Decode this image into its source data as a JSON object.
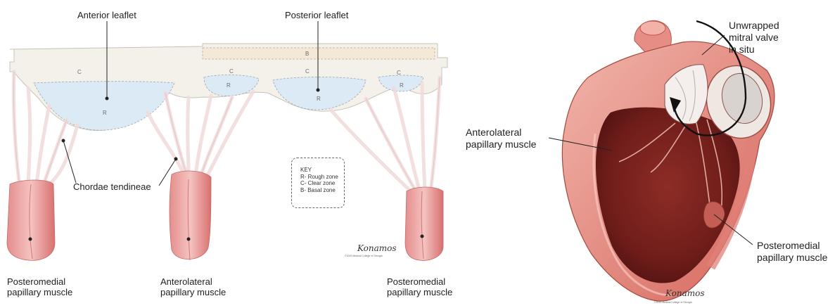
{
  "left_diagram": {
    "anterior_leaflet": "Anterior leaflet",
    "posterior_leaflet": "Posterior leaflet",
    "chordae_tendineae": "Chordae tendineae",
    "posteromedial_left": [
      "Posteromedial",
      "papillary muscle"
    ],
    "anterolateral": [
      "Anterolateral",
      "papillary muscle"
    ],
    "posteromedial_right": [
      "Posteromedial",
      "papillary muscle"
    ],
    "zone_letters": {
      "basal": "B",
      "clear": "C",
      "rough": "R"
    },
    "key": {
      "title": "KEY",
      "rough": "R- Rough zone",
      "clear": "C- Clear zone",
      "basal": "B- Basal zone"
    },
    "signature": "Konamos",
    "copyright": "©2019 Medical College of Georgia"
  },
  "right_diagram": {
    "unwrapped": [
      "Unwrapped",
      "mitral valve",
      "in situ"
    ],
    "anterolateral": [
      "Anterolateral",
      "papillary muscle"
    ],
    "posteromedial": [
      "Posteromedial",
      "papillary muscle"
    ],
    "signature": "Konamos",
    "copyright": "©2019 Medical College of Georgia"
  },
  "colors": {
    "leaflet": "#f3f1ea",
    "basal_zone": "#f4e8d6",
    "rough_zone": "#dceaf5",
    "chordae": "#f4dfe0",
    "papillary_muscle": "#e79a98",
    "myocardium": "#b84a42",
    "cavity": "#7a2420"
  }
}
